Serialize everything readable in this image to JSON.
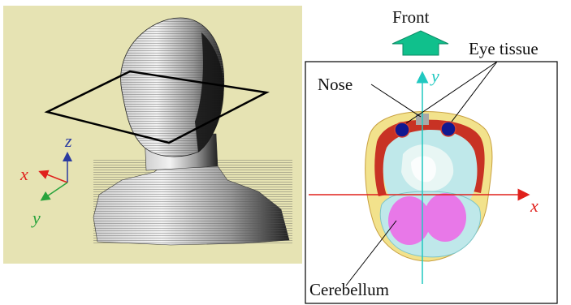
{
  "left_view": {
    "axes": {
      "x": "x",
      "y": "y",
      "z": "z"
    },
    "colors": {
      "background": "#e6e3b3",
      "x": "#e0201c",
      "y": "#28a33c",
      "z": "#2a3aa0"
    }
  },
  "right_view": {
    "front_label": "Front",
    "labels": {
      "eye_tissue": "Eye tissue",
      "nose": "Nose",
      "cerebellum": "Cerebellum"
    },
    "axes": {
      "x": "x",
      "y": "y"
    },
    "colors": {
      "arrow": "#10c08c",
      "x_axis": "#e0201c",
      "y_axis": "#20c8c0",
      "fat": "#f2e28c",
      "muscle": "#c83224",
      "soft": "#bfe8ea",
      "eye": "#101890",
      "cerebellum": "#e878e8"
    }
  }
}
